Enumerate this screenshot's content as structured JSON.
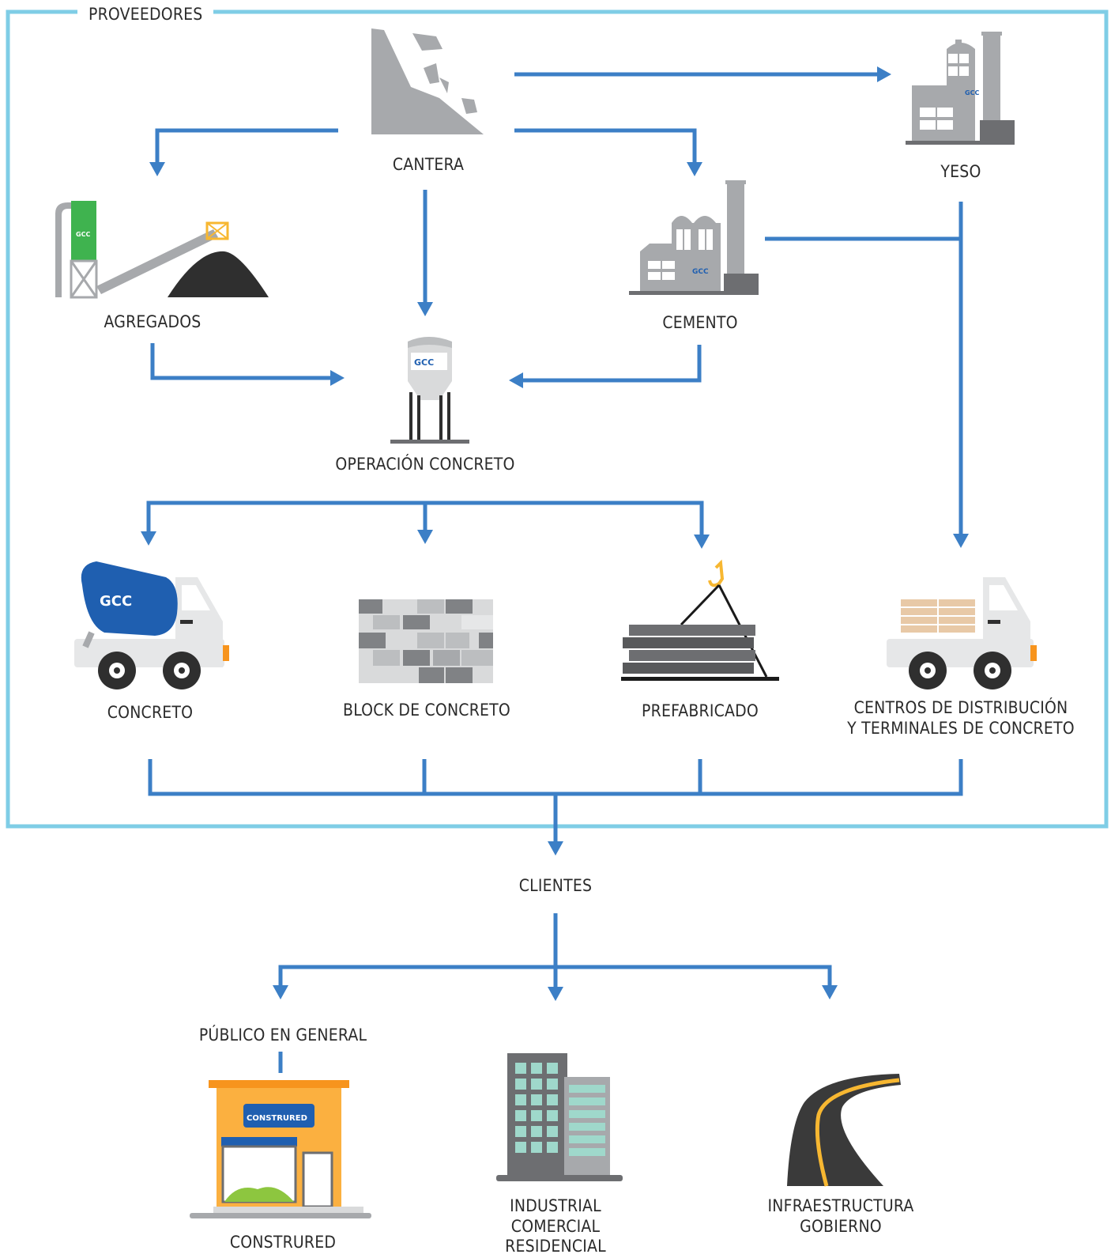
{
  "colors": {
    "frame": "#7fcde6",
    "arrow": "#3c7fc6",
    "gray": "#a7a9ac",
    "dark_gray": "#6d6e71",
    "blue_gcc": "#1f5fb0",
    "green": "#3fb34f",
    "yellow": "#f7b731",
    "orange": "#f7941d"
  },
  "frame": {
    "title": "PROVEEDORES"
  },
  "nodes": {
    "cantera": "CANTERA",
    "yeso": "YESO",
    "agregados": "AGREGADOS",
    "cemento": "CEMENTO",
    "operacion_concreto": "OPERACIÓN CONCRETO",
    "concreto": "CONCRETO",
    "block_concreto": "BLOCK DE CONCRETO",
    "prefabricado": "PREFABRICADO",
    "centros_line1": "CENTROS DE DISTRIBUCIÓN",
    "centros_line2": "Y TERMINALES DE CONCRETO",
    "clientes": "CLIENTES",
    "publico": "PÚBLICO EN GENERAL",
    "construred": "CONSTRURED",
    "industrial_line1": "INDUSTRIAL",
    "industrial_line2": "COMERCIAL",
    "industrial_line3": "RESIDENCIAL",
    "infra_line1": "INFRAESTRUCTURA",
    "infra_line2": "GOBIERNO"
  },
  "logos": {
    "gcc": "GCC",
    "construred_sign": "CONSTRURED"
  },
  "icons": [
    "quarry-icon",
    "gypsum-plant-icon",
    "aggregates-plant-icon",
    "cement-plant-icon",
    "concrete-silo-icon",
    "mixer-truck-icon",
    "block-wall-icon",
    "precast-slabs-icon",
    "pallet-truck-icon",
    "construred-store-icon",
    "buildings-icon",
    "road-icon"
  ]
}
